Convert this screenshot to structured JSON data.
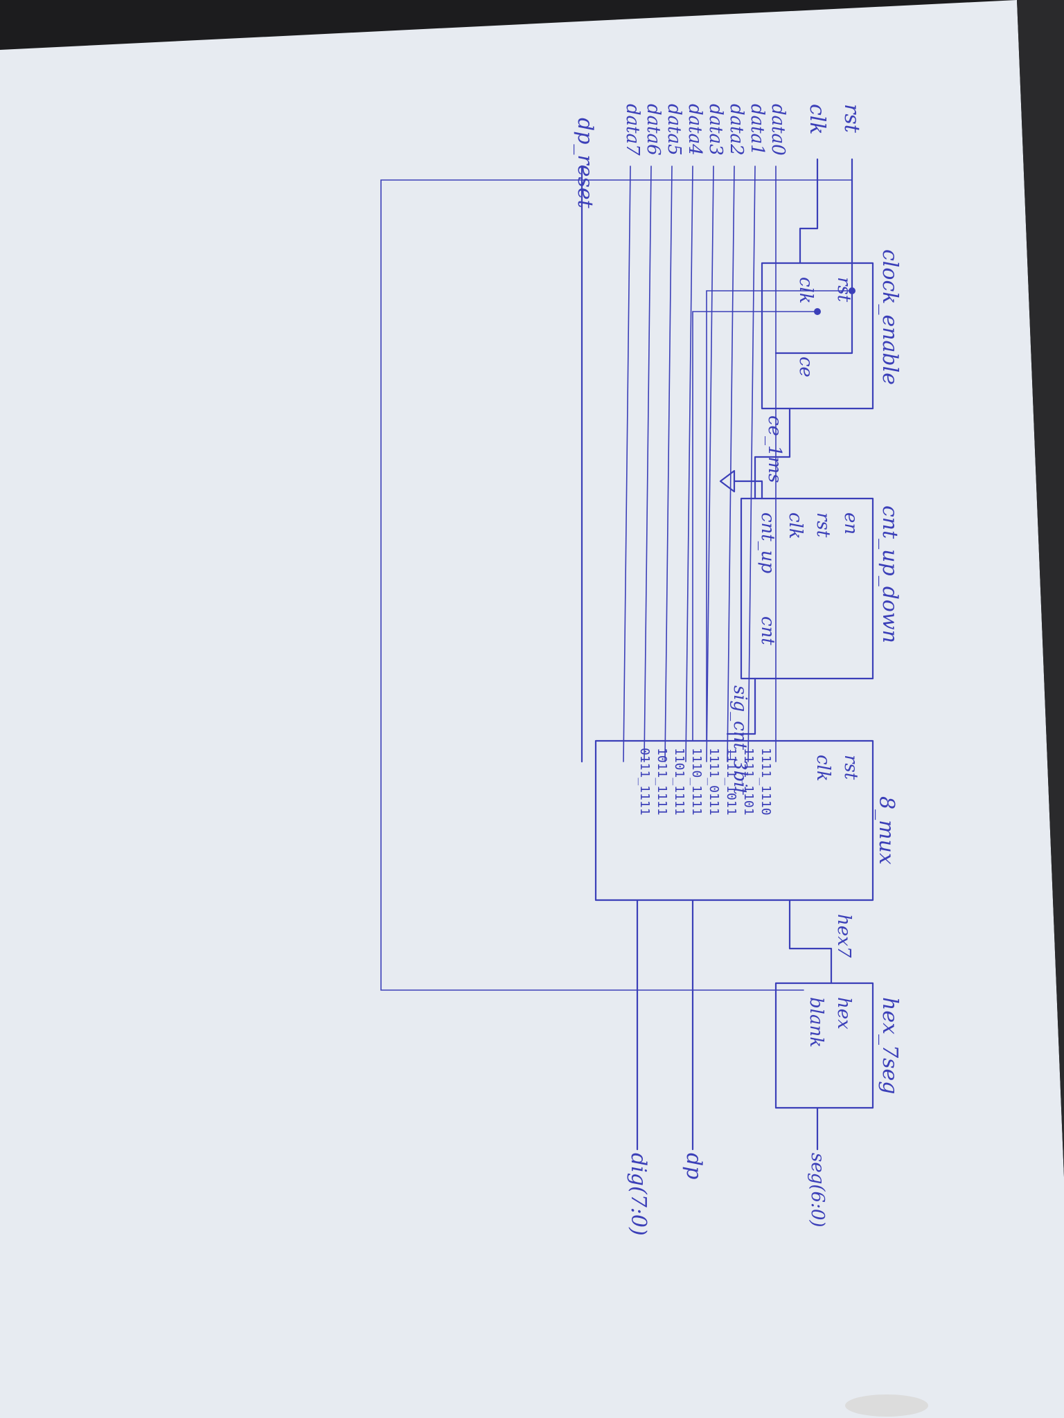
{
  "colors": {
    "ink": "#3b3fb8",
    "paper": "#e7ebf1",
    "background": "#1c1c1e"
  },
  "inputs": {
    "rst": "rst",
    "clk": "clk",
    "data": [
      "data0",
      "data1",
      "data2",
      "data3",
      "data4",
      "data5",
      "data6",
      "data7"
    ],
    "dp_reset": "dp_reset"
  },
  "blocks": {
    "clock_enable": {
      "title": "clock_enable",
      "ports": [
        "rst",
        "clk",
        "ce"
      ],
      "output": "ce_1ms"
    },
    "cnt_up_down": {
      "title": "cnt_up_down",
      "ports": [
        "en",
        "rst",
        "clk",
        "cnt_up",
        "cnt"
      ],
      "output": "sig_cnt_3bit"
    },
    "mux": {
      "title": "8_mux",
      "ports": [
        "rst",
        "clk"
      ]
    },
    "hex_7seg": {
      "title": "hex_7seg",
      "ports": [
        "hex",
        "blank"
      ],
      "input": "hex7",
      "output": "seg(6:0)"
    }
  },
  "outputs": {
    "dp": "dp",
    "dig": "dig(7:0)"
  },
  "dig_table": [
    "1111_1110",
    "1111_1101",
    "1111_1011",
    "1111_0111",
    "1110_1111",
    "1101_1111",
    "1011_1111",
    "0111_1111"
  ]
}
